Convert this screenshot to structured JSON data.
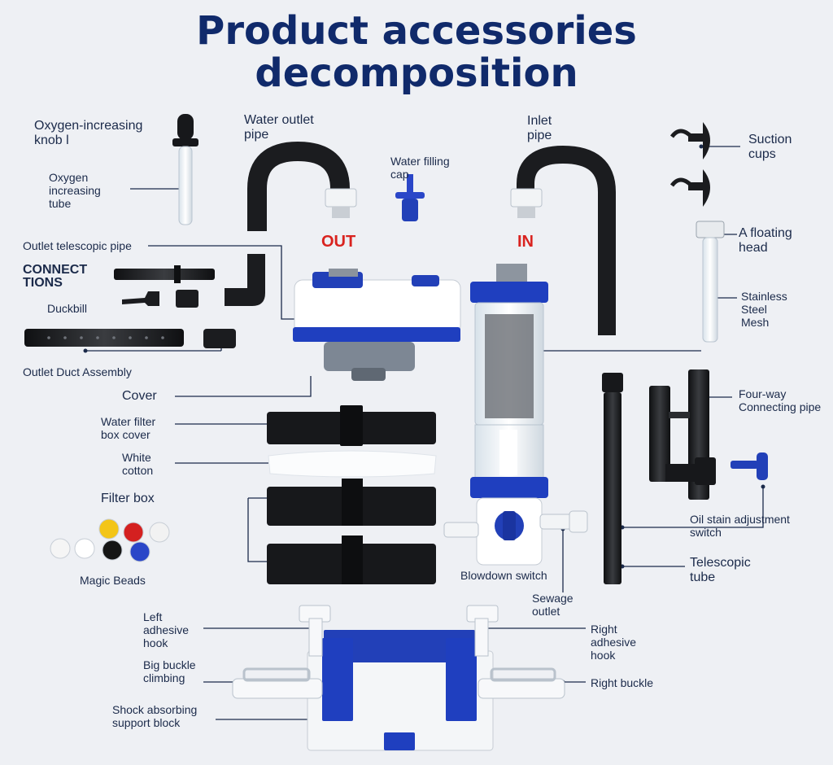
{
  "title_line1": "Product accessories",
  "title_line2": "decomposition",
  "labels": {
    "oxygen_knob": "Oxygen-increasing\nknob l",
    "oxygen_tube": "Oxygen\nincreasing\ntube",
    "water_outlet_pipe": "Water outlet\npipe",
    "water_filling_cap": "Water filling\ncap",
    "inlet_pipe": "Inlet\npipe",
    "suction_cups": "Suction\ncups",
    "floating_head": "A floating\nhead",
    "stainless_mesh": "Stainless\nSteel\nMesh",
    "outlet_telescopic_pipe": "Outlet telescopic pipe",
    "connections": "CONNECT\nTIONS",
    "duckbill": "Duckbill",
    "outlet_duct_assembly": "Outlet Duct Assembly",
    "cover": "Cover",
    "water_filter_box_cover": "Water filter\nbox cover",
    "white_cotton": "White\ncotton",
    "filter_box": "Filter box",
    "magic_beads": "Magic Beads",
    "four_way_pipe": "Four-way\nConnecting pipe",
    "oil_stain_switch": "Oil stain adjustment\nswitch",
    "telescopic_tube": "Telescopic\ntube",
    "blowdown_switch": "Blowdown switch",
    "sewage_outlet": "Sewage\noutlet",
    "left_adhesive_hook": "Left\nadhesive\nhook",
    "big_buckle_climbing": "Big buckle\nclimbing",
    "shock_absorbing_block": "Shock absorbing\nsupport block",
    "right_adhesive_hook": "Right\nadhesive\nhook",
    "right_buckle": "Right buckle"
  },
  "flow": {
    "out": "OUT",
    "in": "IN"
  },
  "colors": {
    "title": "#102a6b",
    "label": "#1b2a4a",
    "accent_blue": "#1f3fbf",
    "flow_red": "#d9231f",
    "part_black": "#1e1f22",
    "part_white": "#ffffff",
    "background": "#eef0f4"
  },
  "beads": [
    "#ffffff",
    "#f3c517",
    "#d42020",
    "#f2f2f2",
    "#f5f5f5",
    "#151515",
    "#2a46c8"
  ]
}
